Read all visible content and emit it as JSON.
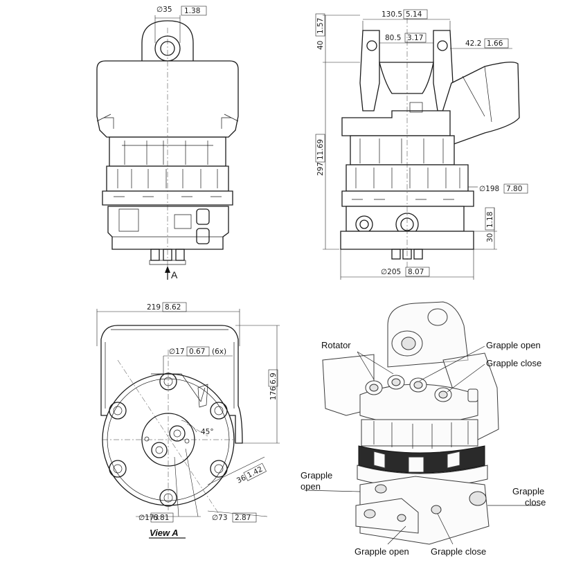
{
  "dimensions": {
    "top_pin_dia": "∅35",
    "top_pin_dia_in": "1.38",
    "width_top": "130.5",
    "width_top_in": "5.14",
    "inner_width": "80.5",
    "inner_width_in": "3.17",
    "offset": "42.2",
    "offset_in": "1.66",
    "height_top": "40",
    "height_top_in": "1.57",
    "height_total": "297",
    "height_total_in": "11.69",
    "body_dia": "∅198",
    "body_dia_in": "7.80",
    "base_height": "30",
    "base_height_in": "1.18",
    "base_dia": "∅205",
    "base_dia_in": "8.07",
    "width_bottom": "219",
    "width_bottom_in": "8.62",
    "hole_dia": "∅17",
    "hole_dia_in": "0.67",
    "hole_count": "(6x)",
    "depth": "176",
    "depth_in": "6.9",
    "angle": "45°",
    "port_offset": "36",
    "port_offset_in": "1.42",
    "bolt_circle": "∅173",
    "bolt_circle_in": "6.81",
    "inner_circle": "∅73",
    "inner_circle_in": "2.87"
  },
  "view_label": "View A",
  "arrow_label": "A",
  "callouts": {
    "rotator": "Rotator",
    "grapple_open_top": "Grapple open",
    "grapple_close_top": "Grapple close",
    "grapple_open_left_1": "Grapple",
    "grapple_open_left_2": "open",
    "grapple_close_right_1": "Grapple",
    "grapple_close_right_2": "close",
    "grapple_open_bottom": "Grapple open",
    "grapple_close_bottom": "Grapple close"
  }
}
